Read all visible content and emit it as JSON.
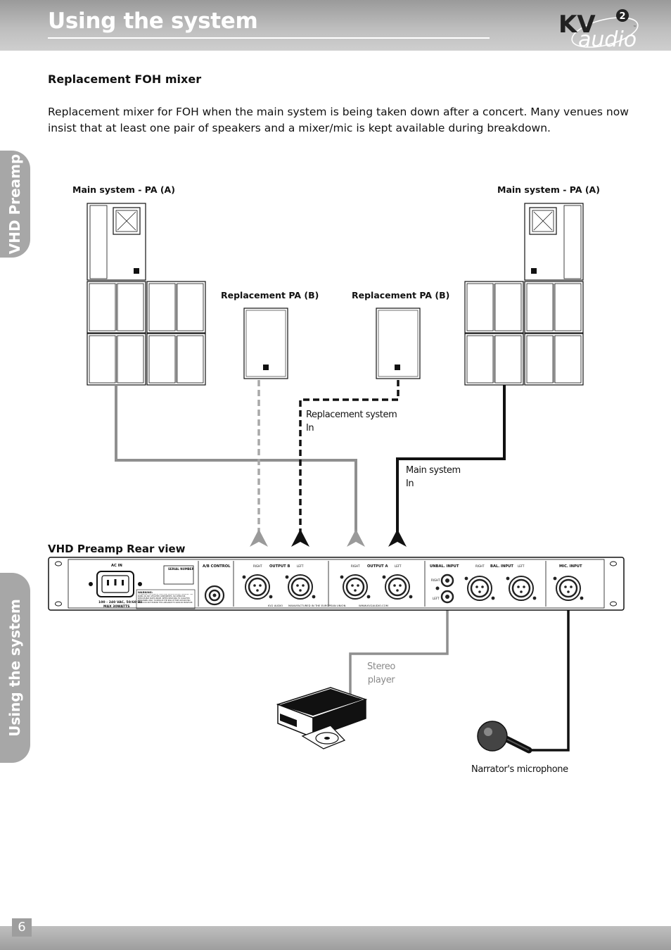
{
  "header": {
    "title": "Using the system"
  },
  "logo": {
    "brand": "KV",
    "sub": "audio",
    "badge": "2",
    "tm": "™"
  },
  "side_tabs": {
    "top": "VHD Preamp",
    "bottom": "Using the system"
  },
  "section": {
    "heading": "Replacement FOH mixer",
    "intro": "Replacement mixer for FOH when the main system is being taken down after a concert. Many venues now insist that at least one pair of speakers and a mixer/mic is kept available during breakdown."
  },
  "diagram": {
    "main_pa_left": "Main system - PA (A)",
    "main_pa_right": "Main system - PA (A)",
    "repl_pa_left": "Replacement PA (B)",
    "repl_pa_right": "Replacement PA (B)",
    "repl_in_line1": "Replacement system",
    "repl_in_line2": "In",
    "main_in_line1": "Main system",
    "main_in_line2": "In",
    "rear_view_title": "VHD Preamp Rear view",
    "stereo_line1": "Stereo",
    "stereo_line2": "player",
    "mic_label": "Narrator's microphone"
  },
  "panel": {
    "ac_in": "AC IN",
    "serial": "SERIAL NUMBER",
    "ab_control": "A/B CONTROL",
    "output_b": "OUTPUT B",
    "output_a": "OUTPUT A",
    "right": "RIGHT",
    "left": "LEFT",
    "unbal_input": "UNBAL. INPUT",
    "bal_input": "BAL. INPUT",
    "mic_input": "MIC. INPUT",
    "voltage": "100 - 240 VAC, 50/60 Hz",
    "watts": "MAX 30WATTS",
    "warning_title": "WARNING:",
    "warning_text": "TO REDUCE THE RISK OF ELECTRIC SHOCK DO NOT REMOVE THE PANEL OR ANY ATTACHED COMPONENTS. NO OPERATOR SERVICEABLE PARTS INSIDE. REFER SERVICING TO QUALIFIED PERSONNEL ONLY. TO REDUCE THE RISK OF FIRE OR ELECTRIC SHOCK DO NOT EXPOSE THIS APPLIANCE TO RAIN OR MOISTURE.",
    "footer_brand": "KV2 AUDIO",
    "footer_made": "MANUFACTURED IN THE EUROPEAN UNION",
    "footer_web": "WWW.KV2AUDIO.COM"
  },
  "page": {
    "number": "6"
  }
}
